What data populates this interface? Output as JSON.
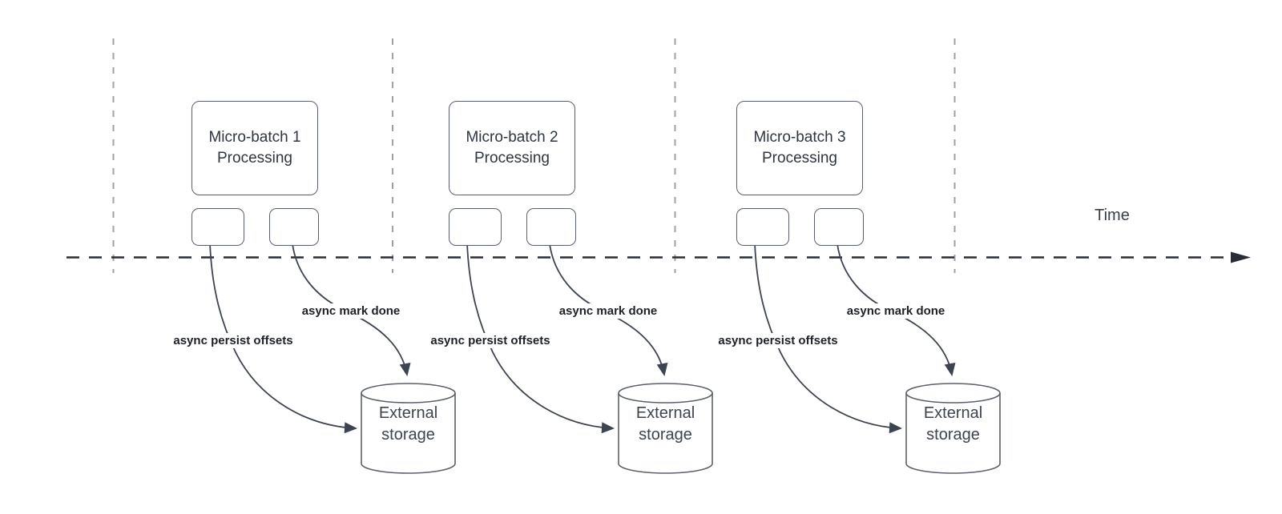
{
  "diagram": {
    "timeline_label": "Time",
    "sections": [
      {
        "batch_title_line1": "Micro-batch 1",
        "batch_title_line2": "Processing",
        "persist_label": "async persist offsets",
        "mark_done_label": "async mark done",
        "storage_line1": "External",
        "storage_line2": "storage"
      },
      {
        "batch_title_line1": "Micro-batch 2",
        "batch_title_line2": "Processing",
        "persist_label": "async persist offsets",
        "mark_done_label": "async mark done",
        "storage_line1": "External",
        "storage_line2": "storage"
      },
      {
        "batch_title_line1": "Micro-batch 3",
        "batch_title_line2": "Processing",
        "persist_label": "async persist offsets",
        "mark_done_label": "async mark done",
        "storage_line1": "External",
        "storage_line2": "storage"
      }
    ],
    "colors": {
      "background": "#ffffff",
      "shape_stroke": "#5a6169",
      "arrow_stroke": "#3d4450",
      "timeline_stroke": "#282d34",
      "guide_stroke": "#a0a0a0",
      "box_text": "#2f3640",
      "storage_text": "#3d444e",
      "label_text": "#1d2127",
      "time_text": "#3a4048"
    }
  }
}
